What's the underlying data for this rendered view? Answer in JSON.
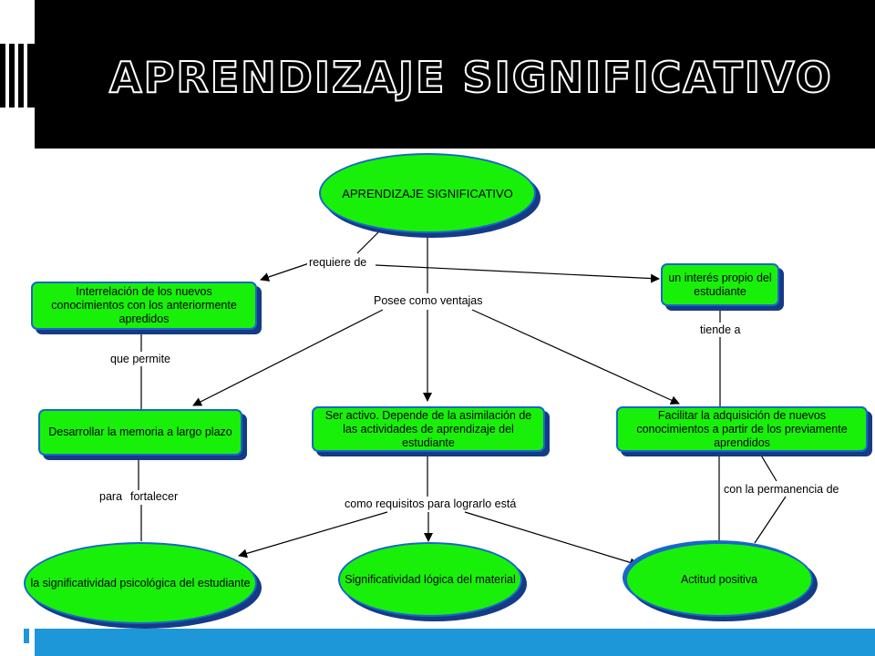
{
  "slide": {
    "title": "APRENDIZAJE SIGNIFICATIVO"
  },
  "concept_map": {
    "nodes": {
      "root": "APRENDIZAJE SIGNIFICATIVO",
      "interrelacion": "Interrelación de los nuevos conocimientos con los anteriormente apredidos",
      "interes": "un interés propio del estudiante",
      "memoria": "Desarrollar la memoria a largo plazo",
      "ser_activo": "Ser activo. Depende de la asimilación de las actividades de aprendizaje del estudiante",
      "facilitar": "Facilitar la adquisición de nuevos conocimientos a partir de los previamente aprendidos",
      "psicologica": "la significatividad psicológica del estudiante",
      "logica": "Significatividad lógica del material",
      "actitud": "Actitud positiva"
    },
    "links": {
      "requiere": "requiere de",
      "posee": "Posee como ventajas",
      "tiende": "tiende a",
      "permite": "que permite",
      "para": "para",
      "fortalecer": "fortalecer",
      "requisitos": "como requisitos para lograrlo está",
      "permanencia": "con la permanencia de"
    }
  }
}
